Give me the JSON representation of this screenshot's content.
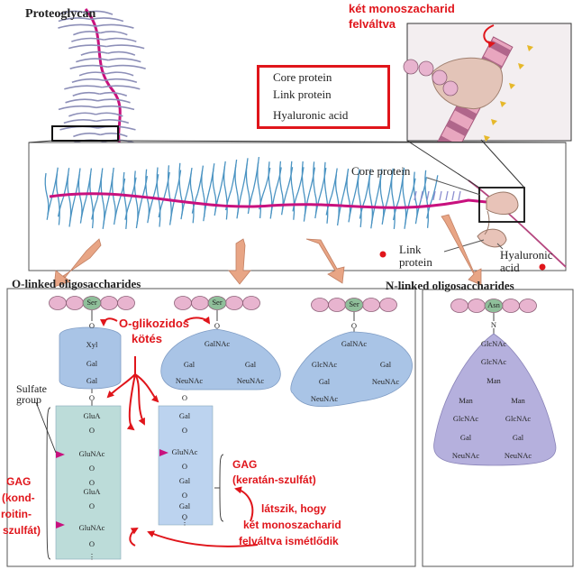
{
  "top_left_title": "Proteoglycan",
  "top_right_annotation": [
    "két monoszacharid",
    "felváltva"
  ],
  "legend": [
    "Core protein",
    "Link protein",
    "Hyaluronic acid"
  ],
  "middle_labels": {
    "core_protein": "Core protein",
    "link_protein": [
      "Link",
      "protein"
    ],
    "hyaluronic_acid": [
      "Hyaluronic",
      "acid"
    ]
  },
  "section_titles": {
    "o_linked": "O-linked oligosaccharides",
    "n_linked": "N-linked oligosaccharides"
  },
  "red_annotations": {
    "o_glycosidic": [
      "O-glikozidos",
      "kötés"
    ],
    "gag_left": [
      "GAG",
      "(kond-",
      "roitin-",
      "szulfát)"
    ],
    "gag_right": [
      "GAG",
      "(keratán-szulfát)"
    ],
    "repeat_note": [
      "látszik, hogy",
      "két monoszacharid",
      "felváltva ismétlődik"
    ]
  },
  "sulfate_group": [
    "Sulfate",
    "group"
  ],
  "residues": {
    "ser": "Ser",
    "asn": "Asn",
    "o": "O",
    "n": "N",
    "xyl": "Xyl",
    "gal": "Gal",
    "glca": "GluA",
    "glcnac_gag": "GluNAc",
    "galnac": "GalNAc",
    "neunac": "NeuNAc",
    "glcnac": "GlcNAc",
    "man": "Man",
    "ellipsis": "⋮"
  },
  "colors": {
    "pink_bead": "#e8b4cf",
    "ser_green": "#8fbf9a",
    "blob_blue": "#a9c4e6",
    "blob_purple": "#b5b0dd",
    "gag_teal": "#bcdcd9",
    "gag_blue": "#bcd3ef",
    "annotation_red": "#e0151b",
    "magenta": "#cc0a7a"
  },
  "icons": [
    "arrow-icon",
    "sulfate-triangle-icon"
  ]
}
